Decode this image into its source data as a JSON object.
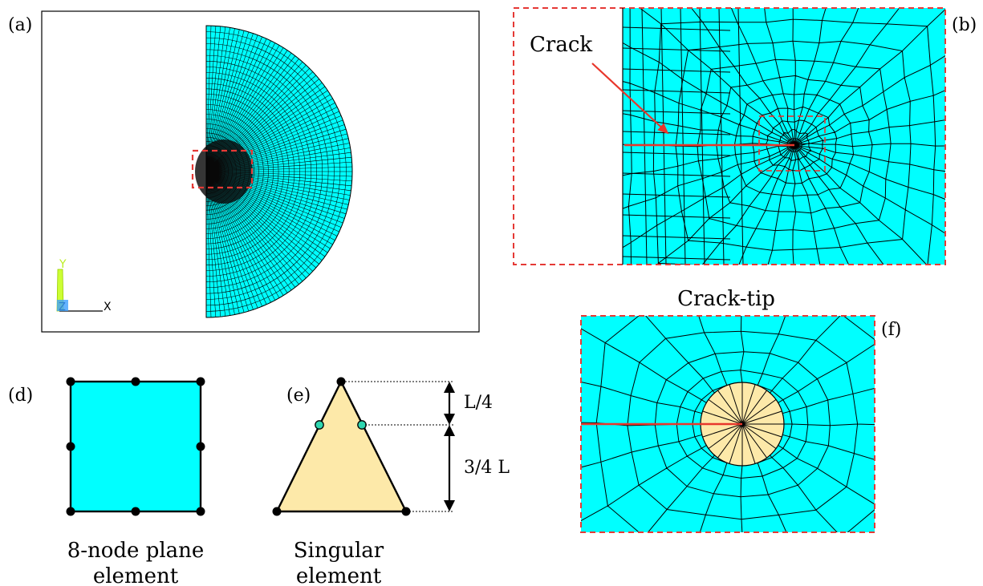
{
  "panels": {
    "a": {
      "label": "(a)"
    },
    "b": {
      "label": "(b)",
      "crack_text": "Crack"
    },
    "d": {
      "label": "(d)",
      "caption_line1": "8-node plane",
      "caption_line2": "element"
    },
    "e": {
      "label": "(e)",
      "caption_line1": "Singular",
      "caption_line2": "element",
      "dim_top": "L/4",
      "dim_bottom": "3/4 L"
    },
    "f": {
      "label": "(f)",
      "title": "Crack-tip"
    }
  },
  "triad": {
    "y": "Y",
    "x": "X",
    "z": "Z"
  },
  "colors": {
    "mesh_fill": "#00FFFF",
    "singular_fill": "#FDE9A9",
    "crack": "#E8372C",
    "dashed_box": "#E53935",
    "mesh_line": "#000000",
    "node_mid": "#2ED6B0",
    "axis_y": "#CCFF33",
    "axis_z": "#3FA0FF"
  }
}
